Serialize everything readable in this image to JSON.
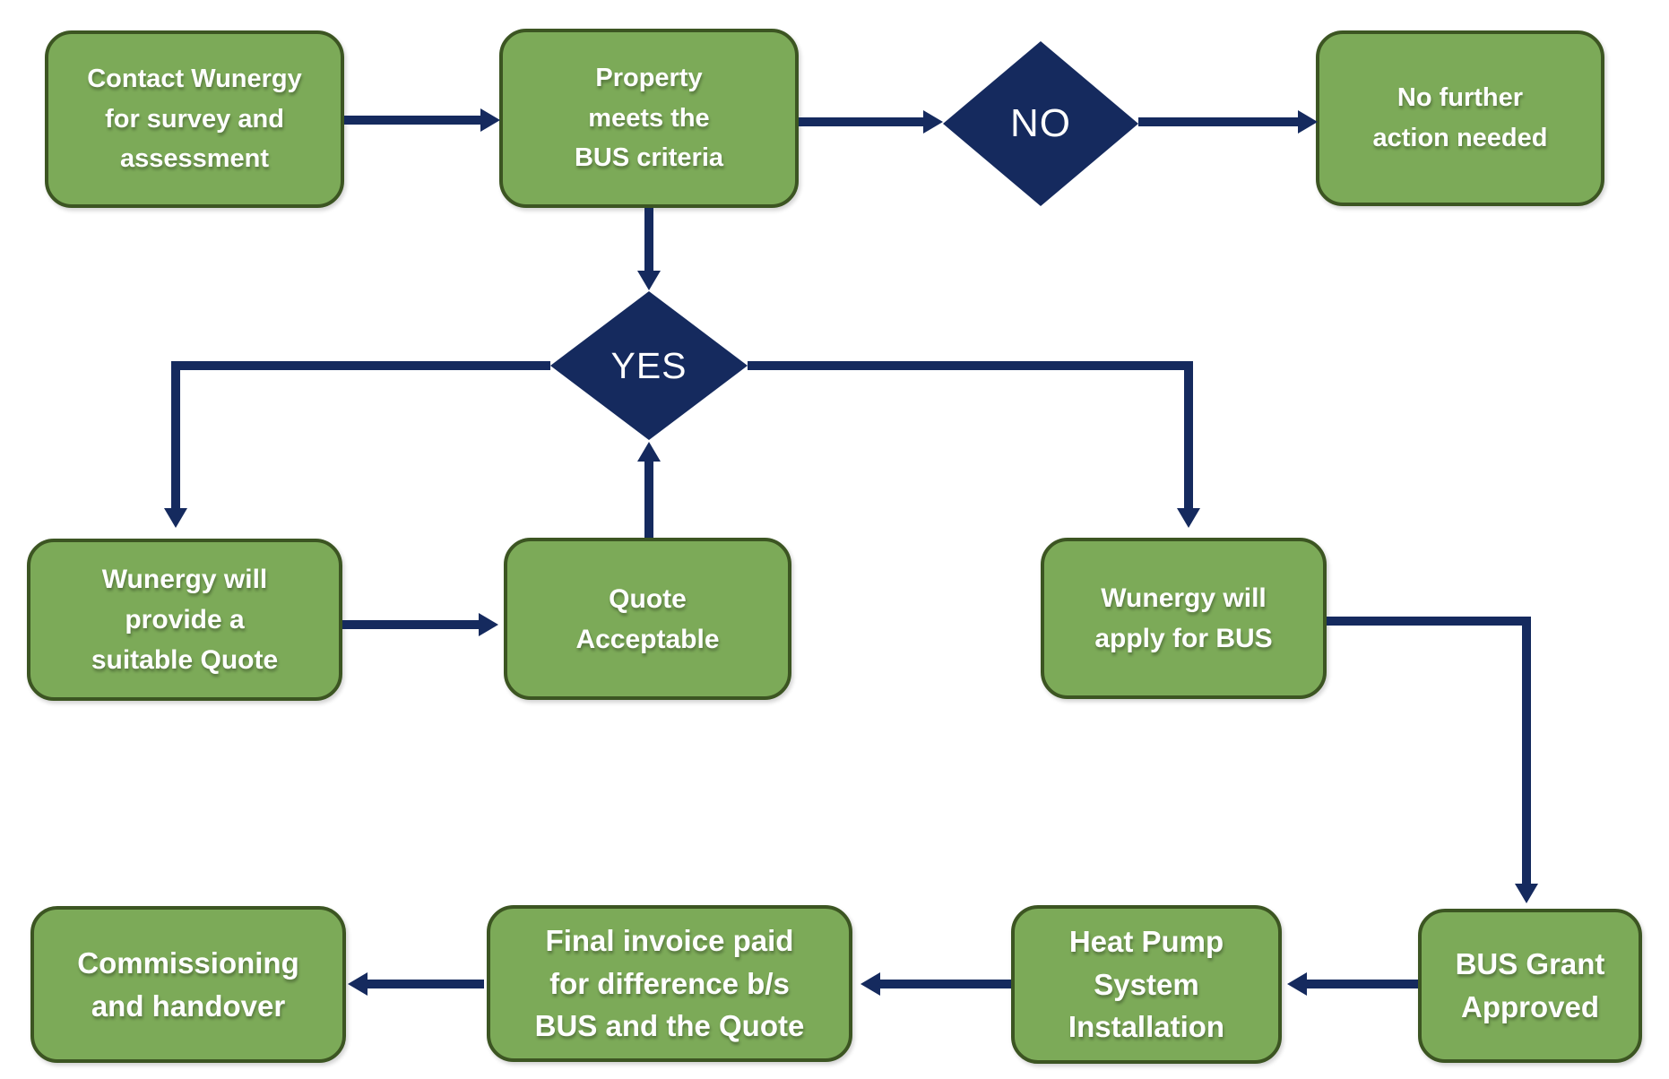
{
  "colors": {
    "background": "#ffffff",
    "box_fill": "#7CAA58",
    "box_border": "#3C5522",
    "navy": "#152A5E",
    "text": "#ffffff"
  },
  "nodes": {
    "contact_survey": {
      "lines": [
        "Contact Wunergy",
        "for survey and",
        "assessment"
      ]
    },
    "property_criteria": {
      "lines": [
        "Property",
        "meets the",
        "BUS criteria"
      ]
    },
    "decision_no": {
      "label": "NO"
    },
    "no_further_action": {
      "lines": [
        "No further",
        "action needed"
      ]
    },
    "decision_yes": {
      "label": "YES"
    },
    "provide_quote": {
      "lines": [
        "Wunergy will",
        "provide a",
        "suitable Quote"
      ]
    },
    "quote_acceptable": {
      "lines": [
        "Quote",
        "Acceptable"
      ]
    },
    "apply_for_bus": {
      "lines": [
        "Wunergy will",
        "apply for BUS"
      ]
    },
    "bus_grant_approved": {
      "lines": [
        "BUS Grant",
        "Approved"
      ]
    },
    "heat_pump_installation": {
      "lines": [
        "Heat Pump",
        "System",
        "Installation"
      ]
    },
    "final_invoice": {
      "lines": [
        "Final invoice paid",
        "for difference b/s",
        "BUS and the Quote"
      ]
    },
    "commissioning": {
      "lines": [
        "Commissioning",
        "and handover"
      ]
    }
  }
}
